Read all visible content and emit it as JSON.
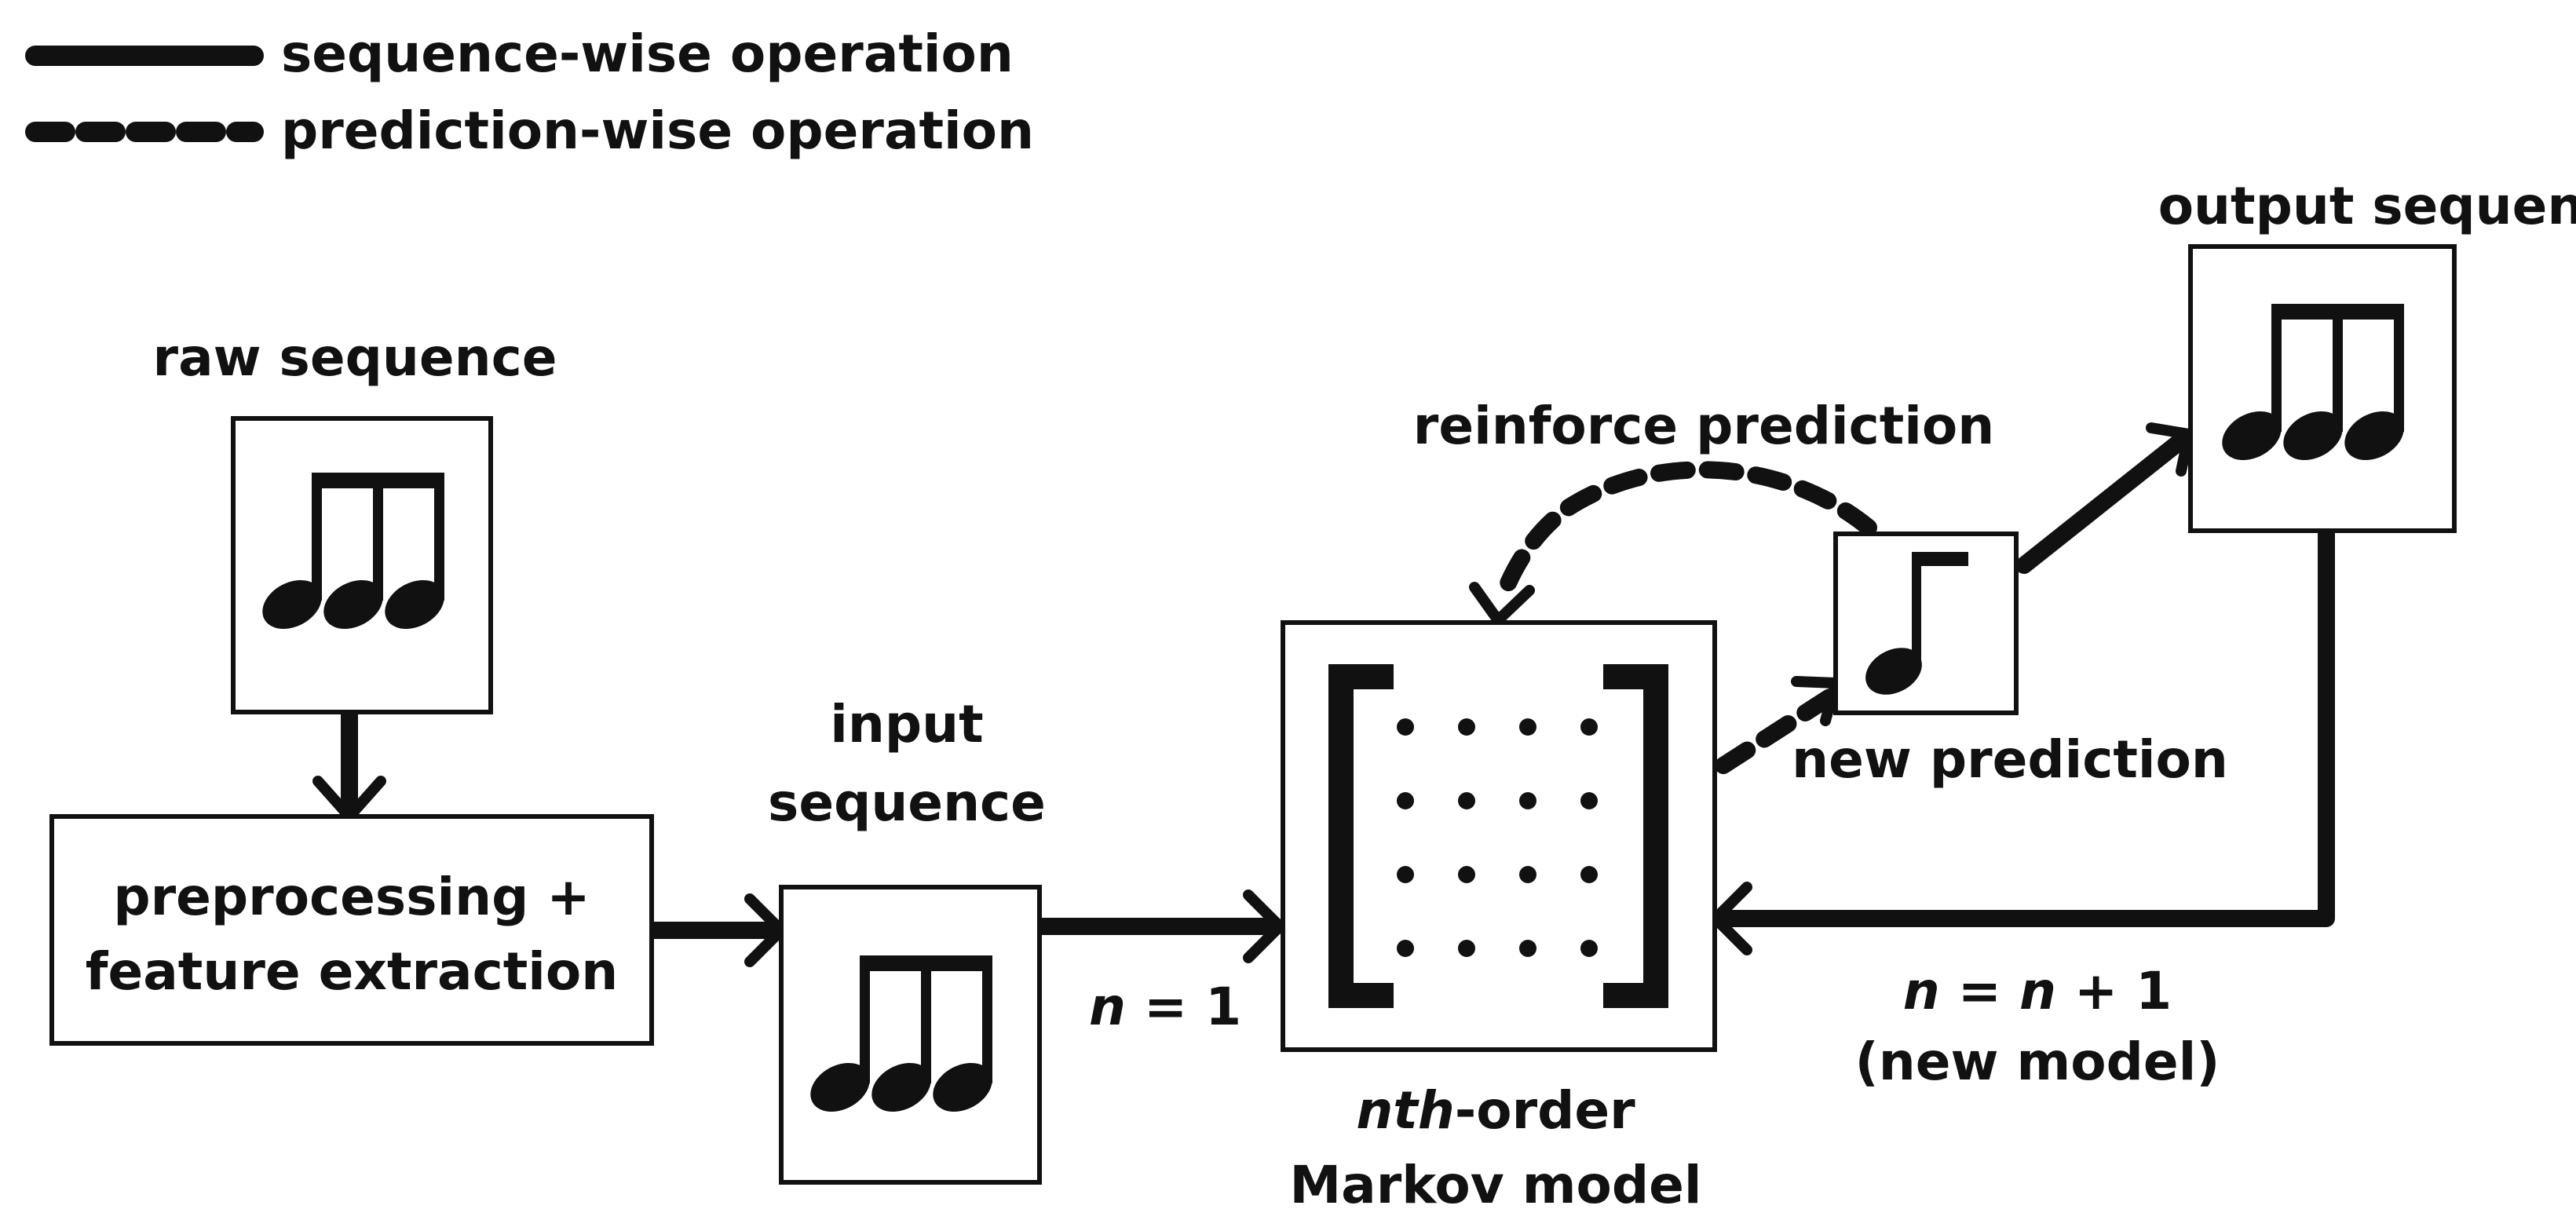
{
  "legend": {
    "sequence_wise": "sequence-wise operation",
    "prediction_wise": "prediction-wise operation"
  },
  "nodes": {
    "raw_sequence": "raw sequence",
    "preprocessing_line1": "preprocessing +",
    "preprocessing_line2": "feature extraction",
    "input_line1": "input",
    "input_line2": "sequence",
    "markov_italic": "nth",
    "markov_rest": "-order",
    "markov_line2": "Markov model",
    "new_prediction": "new prediction",
    "output_sequence": "output sequence"
  },
  "edges": {
    "reinforce_prediction": "reinforce prediction",
    "n_eq_1_var": "n",
    "n_eq_1_rest": " = 1",
    "n_update_var1": "n",
    "n_update_mid": " = ",
    "n_update_var2": "n",
    "n_update_rest": " + 1",
    "n_update_note": "(new model)"
  },
  "icons": {
    "notes": "three-beamed-eighth-notes-icon",
    "single_note": "single-eighth-note-icon",
    "matrix": "bracketed-dot-matrix-icon"
  }
}
